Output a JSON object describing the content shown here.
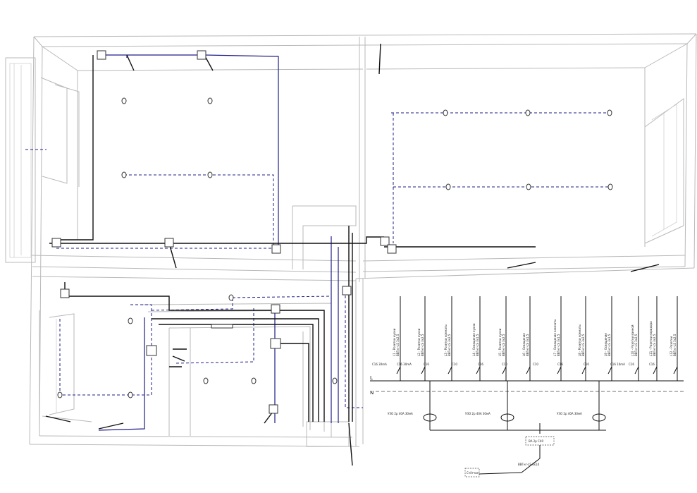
{
  "panel": {
    "bus_label_L": "L",
    "bus_label_N": "N",
    "feeders": [
      {
        "label": "L1 - Розетки кухни",
        "cable": "ВВГнг-LS 3х2,5",
        "breaker": "C16 30mA"
      },
      {
        "label": "L2 - Розетки кухни",
        "cable": "ВВГнг-LS 3х2,5",
        "breaker": "C16 30mA"
      },
      {
        "label": "L3 - Розетки комнаты",
        "cable": "ВВГнг-LS 3х2,5",
        "breaker": "C16"
      },
      {
        "label": "L4 - Освещение кухни",
        "cable": "ВВГнг-LS 3х1,5",
        "breaker": "C10"
      },
      {
        "label": "L5 - Розетки кухни",
        "cable": "ВВГнг-LS 3х2,5",
        "breaker": "C16"
      },
      {
        "label": "L6 - Освещение",
        "cable": "ВВГнг-LS 3х1,5",
        "breaker": "C10"
      },
      {
        "label": "L7 - Освещение комнаты",
        "cable": "ВВГнг-LS 3х1,5",
        "breaker": "C10"
      },
      {
        "label": "L8 - Розетки комнаты",
        "cable": "ВВГнг-LS 3х2,5",
        "breaker": "C16"
      },
      {
        "label": "L9 - Освещение",
        "cable": "ВВГнг-LS 3х1,5",
        "breaker": "C10"
      },
      {
        "label": "L10 - Розетки ванной",
        "cable": "ВВГнг-LS 3х2,5",
        "breaker": "C16 10mA"
      },
      {
        "label": "L11 - Розетки коридора",
        "cable": "ВВГнг-LS 3х2,5",
        "breaker": "C16"
      },
      {
        "label": "L12 - Розетки",
        "cable": "ВВГнг-LS 3х2,5",
        "breaker": "C16"
      }
    ],
    "rcds": [
      {
        "label": "УЗО 2р 40А 30мА"
      },
      {
        "label": "УЗО 2р 40А 30мА"
      },
      {
        "label": "УЗО 2р 40А 30мА"
      }
    ],
    "main_breaker": "ВА 2р С40",
    "input_cable": "ВВГнг-LS 3х10",
    "meter": "Счётчик"
  }
}
